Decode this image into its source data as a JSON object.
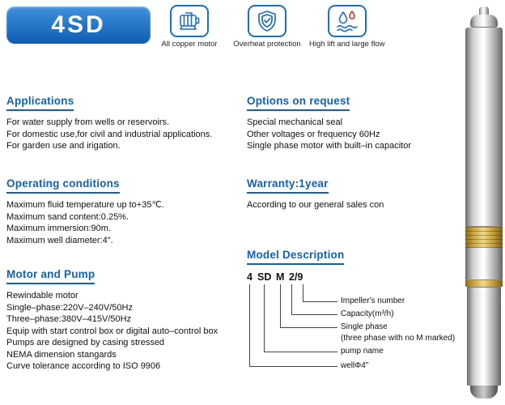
{
  "colors": {
    "accent_blue": "#1a6fc8",
    "heading_blue": "#1261b4",
    "badge_blue": "#1e74c8",
    "gold": "#caa43c",
    "steel": "#c9c9c9",
    "drop_red": "#d42b1e",
    "text": "#111111"
  },
  "badge": {
    "label": "4SD"
  },
  "features": [
    {
      "icon": "motor-icon",
      "label": "All copper motor"
    },
    {
      "icon": "shield-check-icon",
      "label": "Overheat protection"
    },
    {
      "icon": "water-drops-icon",
      "label": "High lift and large flow"
    }
  ],
  "sections": {
    "applications": {
      "title": "Applications",
      "lines": [
        "For water supply from wells or reservoirs.",
        "For domestic use,for civil and industrial applications.",
        "For garden use and irigation."
      ]
    },
    "operating_conditions": {
      "title": "Operating conditions",
      "lines": [
        "Maximum fluid temperature up to+35℃.",
        "Maximum sand content:0.25%.",
        "Maximum immersion:90m.",
        "Maximum well diameter:4\"."
      ]
    },
    "motor_and_pump": {
      "title": "Motor and Pump",
      "lines": [
        "Rewindable motor",
        "Single–phase:220V–240V/50Hz",
        "Three–phase:380V–415V/50Hz",
        "Equip with start control box or digital auto–control box",
        "Pumps are designed by casing stressed",
        "NEMA dimension stangards",
        "Curve tolerance according to ISO 9906"
      ]
    },
    "options_on_request": {
      "title": "Options on request",
      "lines": [
        "Special mechanical seal",
        "Other voltages or frequency 60Hz",
        "Single phase motor with built–in capacitor"
      ]
    },
    "warranty": {
      "title": "Warranty:1year",
      "lines": [
        "According to our general sales con"
      ]
    },
    "model_description": {
      "title": "Model Description",
      "code_parts": [
        "4",
        "SD",
        "M",
        "2/9"
      ],
      "callouts": [
        "Impeller's number",
        "Capacity(m³/h)",
        "Single phase",
        "(three phase with no M marked)",
        "pump name",
        "wellΦ4\""
      ]
    }
  },
  "pump_image": {
    "name": "stainless-steel-submersible-pump"
  }
}
